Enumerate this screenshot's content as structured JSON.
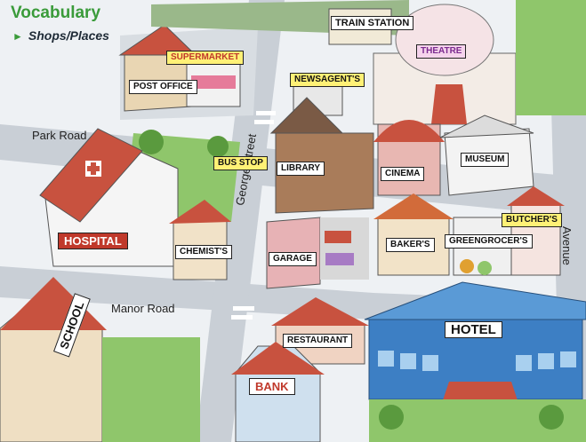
{
  "header": {
    "title": "Vocabulary",
    "subtitle": "Shops/Places"
  },
  "colors": {
    "title_green": "#3a9b3a",
    "road": "#c9cfd6",
    "grass": "#8fc66b",
    "hotel_blue": "#3d7fc4",
    "roof_red": "#c8523f"
  },
  "roads": {
    "park_road": "Park Road",
    "george_street": "George Street",
    "manor_road": "Manor Road",
    "avenue": "Avenue"
  },
  "places": {
    "supermarket": "SUPERMARKET",
    "post_office": "POST OFFICE",
    "train_station": "TRAIN STATION",
    "theatre": "THEATRE",
    "newsagents": "NEWSAGENT'S",
    "bus_stop": "BUS STOP",
    "library": "LIBRARY",
    "cinema": "CINEMA",
    "museum": "MUSEUM",
    "hospital": "HOSPITAL",
    "chemists": "CHEMIST'S",
    "garage": "GARAGE",
    "bakers": "BAKER'S",
    "greengrocers": "GREENGROCER'S",
    "butchers": "BUTCHER'S",
    "school": "SCHOOL",
    "restaurant": "RESTAURANT",
    "bank": "BANK",
    "hotel": "HOTEL"
  },
  "icons": [
    "play-arrow-icon",
    "red-cross-icon"
  ]
}
